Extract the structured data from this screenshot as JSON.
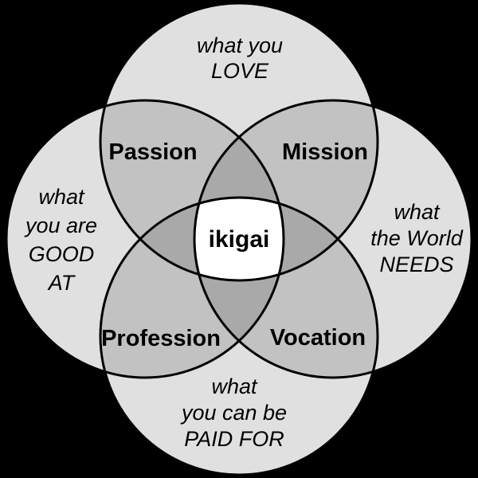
{
  "colors": {
    "background": "#000000",
    "outline": "#000000",
    "circle_fill": "#e0e0e0",
    "overlap2_fill": "#c2c2c2",
    "overlap3_fill": "#a9a9a9",
    "center_fill": "#ffffff"
  },
  "circles": {
    "love": {
      "lines": [
        "what you",
        "LOVE"
      ]
    },
    "good_at": {
      "lines": [
        "what",
        "you are",
        "GOOD",
        "AT"
      ]
    },
    "needs": {
      "lines": [
        "what",
        "the World",
        "NEEDS"
      ]
    },
    "paid_for": {
      "lines": [
        "what",
        "you can be",
        "PAID FOR"
      ]
    }
  },
  "overlaps": {
    "passion": "Passion",
    "mission": "Mission",
    "profession": "Profession",
    "vocation": "Vocation",
    "center": "ikigai"
  }
}
